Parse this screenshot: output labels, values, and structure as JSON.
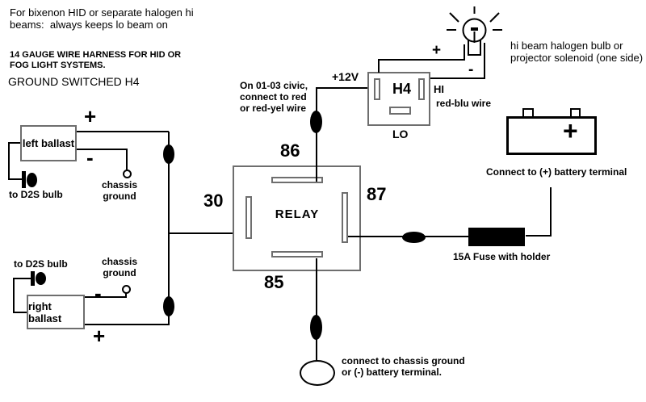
{
  "colors": {
    "background": "#ffffff",
    "wire": "#000000",
    "component_outline": "#6e6e6e",
    "fill_black": "#000000"
  },
  "notes": {
    "bixenon": "For bixenon HID or separate halogen hi\nbeams:  always keeps lo beam on",
    "harness": "14 GAUGE WIRE HARNESS FOR HID OR\nFOG LIGHT SYSTEMS.",
    "ground_switched": "GROUND SWITCHED H4"
  },
  "left_ballast": {
    "label": "left ballast",
    "plus": "+",
    "minus": "-",
    "bulb_label": "to D2S bulb",
    "ground_label": "chassis\nground"
  },
  "right_ballast": {
    "label": "right ballast",
    "plus": "+",
    "minus": "-",
    "bulb_label": "to D2S bulb",
    "ground_label": "chassis\nground"
  },
  "relay": {
    "label": "RELAY",
    "pin_30": "30",
    "pin_85": "85",
    "pin_86": "86",
    "pin_87": "87"
  },
  "supply": {
    "civic_note": "On 01-03 civic,\nconnect to red\nor red-yel wire",
    "voltage": "+12V"
  },
  "h4_connector": {
    "label": "H4",
    "lo": "LO",
    "hi": "HI",
    "wire_note": "red-blu wire"
  },
  "hi_beam": {
    "plus": "+",
    "minus": "-",
    "note": "hi beam halogen bulb or\nprojector solenoid (one side)"
  },
  "battery": {
    "plus": "+",
    "note": "Connect to (+) battery terminal"
  },
  "fuse": {
    "label": "15A Fuse with holder"
  },
  "ground": {
    "note": "connect to chassis ground\nor (-) battery terminal."
  }
}
